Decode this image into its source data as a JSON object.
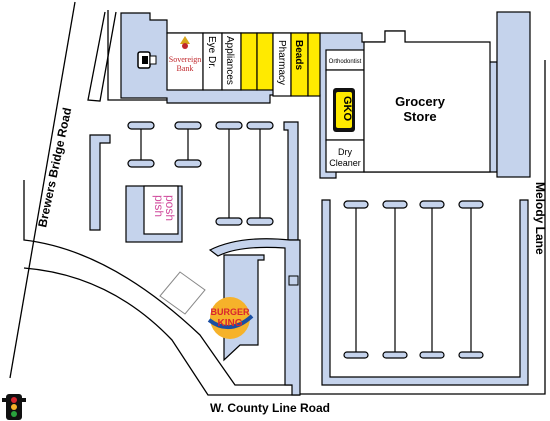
{
  "roads": {
    "west": "Brewers Bridge Road",
    "east": "Melody Lane",
    "south": "W. County Line Road"
  },
  "stores": {
    "bank_line1": "Sovereign",
    "bank_line2": "Bank",
    "eye": "Eye Dr.",
    "appliances": "Appliances",
    "pharmacy": "Pharmacy",
    "beads": "Beads",
    "orthodontist": "Orthodontist",
    "gko": "GKO",
    "grocery_line1": "Grocery",
    "grocery_line2": "Store",
    "dry_line1": "Dry",
    "dry_line2": "Cleaner",
    "pish_line1": "pish",
    "pish_line2": "posh",
    "bk_line1": "BURGER",
    "bk_line2": "KING"
  },
  "colors": {
    "parking": "#c5d3ec",
    "outline": "#000000",
    "highlight": "#ffea00",
    "bank_red": "#c0282c",
    "pish_magenta": "#d04a9c",
    "bk_red": "#d8262e",
    "bk_blue": "#1c4fa3",
    "bk_yellow": "#f6b22a"
  },
  "icons": {
    "traffic_light": "traffic-light-icon",
    "bank": "bank-logo-icon",
    "atm": "atm-icon"
  }
}
